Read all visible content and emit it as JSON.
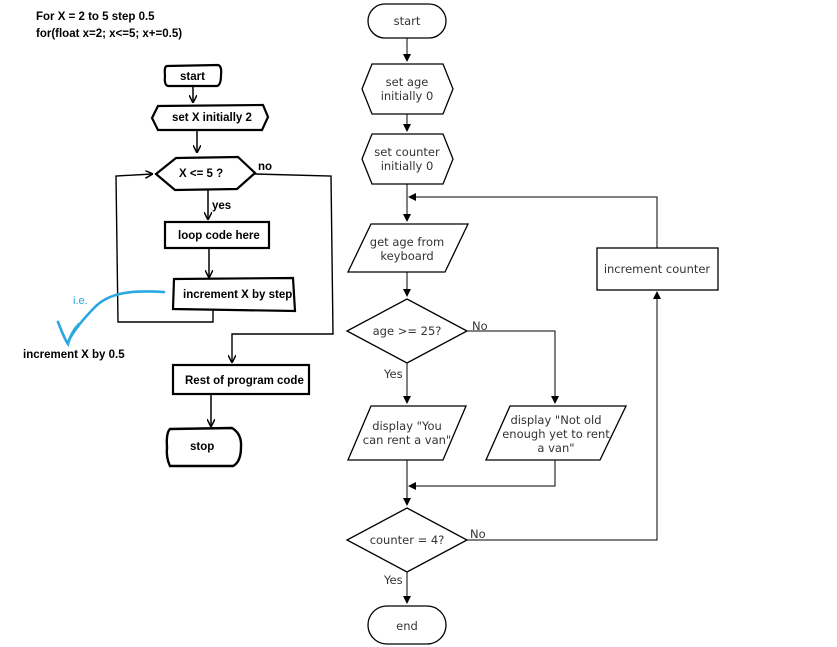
{
  "sketch": {
    "header_line1": "For X = 2 to 5 step 0.5",
    "header_line2": "for(float x=2; x<=5; x+=0.5)",
    "start": "start",
    "set_x": "set X initially 2",
    "condition": "X <= 5 ?",
    "no": "no",
    "yes": "yes",
    "loop_code": "loop code here",
    "increment": "increment X by step",
    "ie": "i.e.",
    "increment_note": "increment X by 0.5",
    "rest": "Rest of program code",
    "stop": "stop"
  },
  "flowchart": {
    "start": "start",
    "set_age_1": "set age",
    "set_age_2": "initially 0",
    "set_counter_1": "set counter",
    "set_counter_2": "initially 0",
    "get_age_1": "get age from",
    "get_age_2": "keyboard",
    "decision_age": "age >= 25?",
    "no_1": "No",
    "yes_1": "Yes",
    "display_yes_1": "display \"You",
    "display_yes_2": "can rent a van\"",
    "display_no_1": "display \"Not old",
    "display_no_2": "enough yet to rent",
    "display_no_3": "a van\"",
    "increment_counter": "increment counter",
    "decision_counter": "counter = 4?",
    "no_2": "No",
    "yes_2": "Yes",
    "end": "end"
  },
  "colors": {
    "ink": "#000000",
    "annotation": "#2aa7e0",
    "text": "#333333"
  }
}
